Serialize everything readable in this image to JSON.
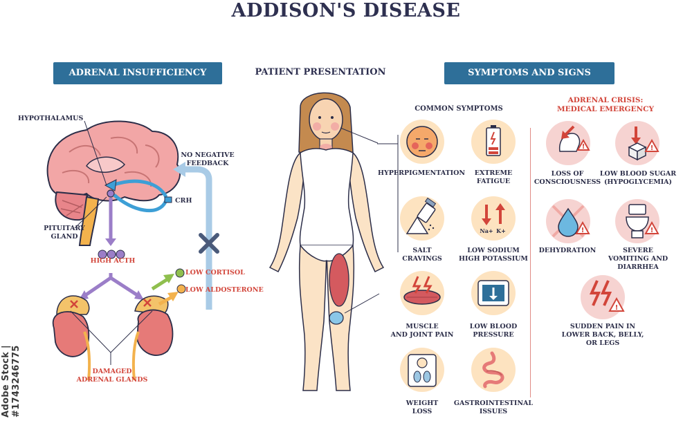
{
  "title": "ADDISON'S DISEASE",
  "sections": {
    "adrenal_insufficiency": "ADRENAL INSUFFICIENCY",
    "patient_presentation": "PATIENT PRESENTATION",
    "symptoms_and_signs": "SYMPTOMS AND SIGNS"
  },
  "left_panel": {
    "hypothalamus": "HYPOTHALAMUS",
    "no_negative_feedback": "NO NEGATIVE\nFEEDBACK",
    "crh": "CRH",
    "pituitary_gland": "PITUITARY\nGLAND",
    "high_acth": "HIGH ACTH",
    "low_cortisol": "LOW CORTISOL",
    "low_aldosterone": "LOW ALDOSTERONE",
    "damaged_adrenal_glands": "DAMAGED\nADRENAL GLANDS"
  },
  "common_symptoms": {
    "heading": "COMMON SYMPTOMS",
    "items": [
      {
        "label": "HYPERPIGMENTATION",
        "icon": "face-icon"
      },
      {
        "label": "EXTREME\nFATIGUE",
        "icon": "battery-icon"
      },
      {
        "label": "SALT\nCRAVINGS",
        "icon": "salt-shaker-icon"
      },
      {
        "label": "LOW SODIUM\nHIGH POTASSIUM",
        "icon": "na-k-arrows-icon",
        "na": "Na+",
        "k": "K+"
      },
      {
        "label": "MUSCLE\nAND JOINT PAIN",
        "icon": "muscle-icon"
      },
      {
        "label": "LOW BLOOD\nPRESSURE",
        "icon": "blood-pressure-monitor-icon"
      },
      {
        "label": "WEIGHT\nLOSS",
        "icon": "scale-icon"
      },
      {
        "label": "GASTROINTESTINAL\nISSUES",
        "icon": "intestine-icon"
      }
    ]
  },
  "adrenal_crisis": {
    "heading": "ADRENAL CRISIS:\nMEDICAL EMERGENCY",
    "items": [
      {
        "label": "LOSS OF\nCONSCIOUSNESS",
        "icon": "fainting-head-icon"
      },
      {
        "label": "LOW BLOOD SUGAR\n(HYPOGLYCEMIA)",
        "icon": "sugar-cube-icon"
      },
      {
        "label": "DEHYDRATION",
        "icon": "water-drop-icon"
      },
      {
        "label": "SEVERE\nVOMITING AND\nDIARRHEA",
        "icon": "toilet-icon"
      },
      {
        "label": "SUDDEN PAIN IN\nLOWER BACK, BELLY,\nOR LEGS",
        "icon": "lightning-pain-icon"
      }
    ]
  },
  "stock_id": "Adobe Stock | #1743246775",
  "colors": {
    "banner": "#2e6f99",
    "red_text": "#d2453a",
    "navy_text": "#2b2d48",
    "orange_circle": "#fde3c0",
    "pink_circle": "#f6d3d1",
    "skin": "#fbe3c6",
    "brain": "#f2a6a6",
    "blue_arrow": "#3d9fd6",
    "purple_arrow": "#9b7ec8"
  }
}
